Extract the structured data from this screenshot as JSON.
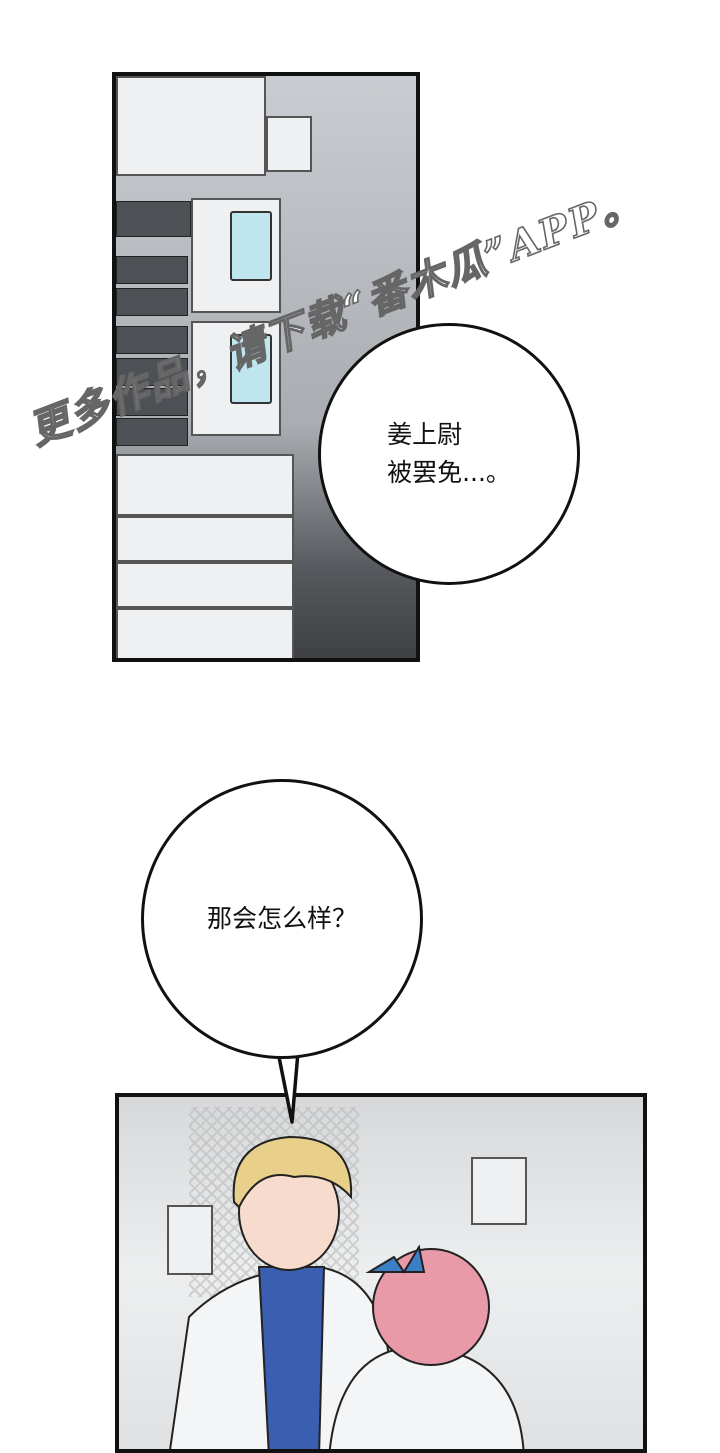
{
  "panels": [
    {
      "description_label": ""
    },
    {
      "description_label": ""
    }
  ],
  "bubbles": {
    "first": "姜上尉\n被罢免...。",
    "second": "那会怎么样？"
  },
  "watermark": "更多作品，请下载“番木瓜”APP。",
  "colors": {
    "ink": "#111111",
    "hair_blonde": "#e9d08a",
    "hair_pink": "#e89aa8",
    "bow_blue": "#3d7fc4",
    "jacket_blue": "#3a5fb0"
  }
}
